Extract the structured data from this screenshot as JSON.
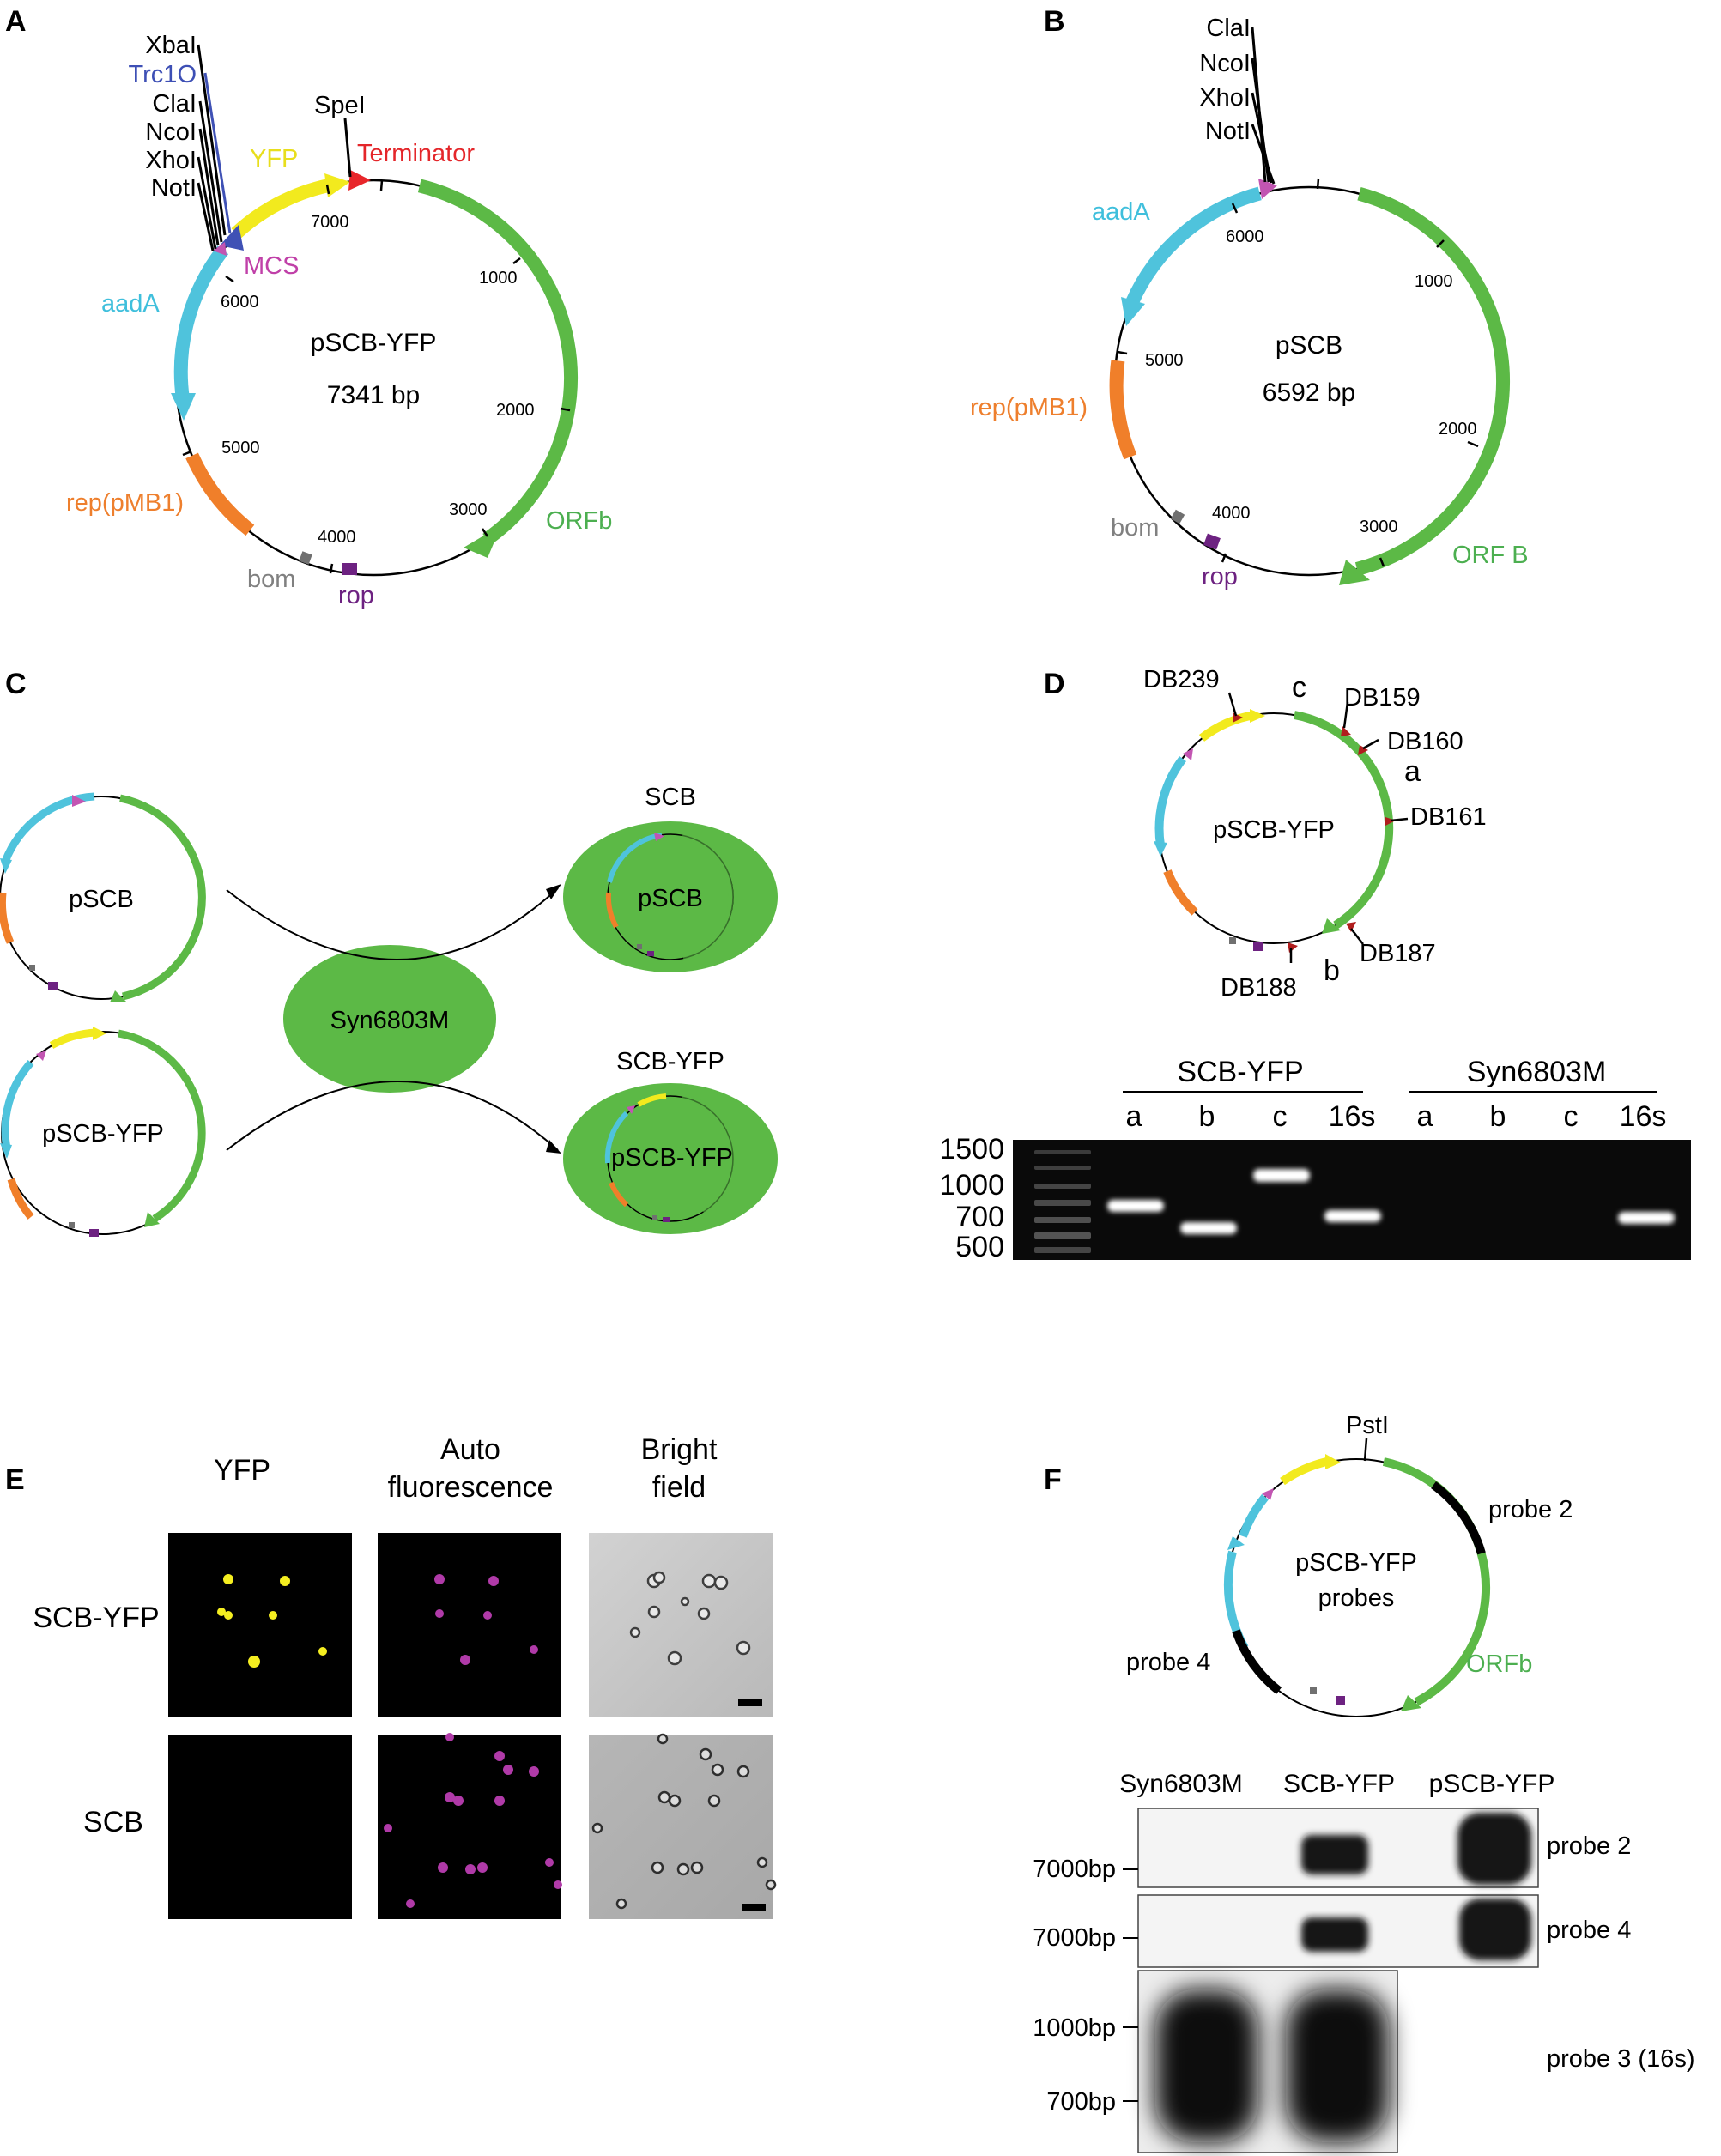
{
  "colors": {
    "green": "#5cb946",
    "cyan": "#4fc3dc",
    "orange": "#f07f2a",
    "yellow": "#f2ea1e",
    "magenta": "#c255b2",
    "blue": "#3f51b5",
    "red": "#e8262a",
    "purple": "#6d2281",
    "gray": "#707070",
    "dark_red": "#b01d1d",
    "label_green": "#4caf50",
    "label_cyan": "#3fbfdc",
    "label_orange": "#ee7f2d",
    "label_yellow": "#e8de1c",
    "label_magenta": "#c040a8",
    "label_blue": "#3d4fb5",
    "label_red": "#e4262a",
    "label_purple": "#6d2281",
    "label_gray": "#808080"
  },
  "panel_labels": {
    "a": "A",
    "b": "B",
    "c": "C",
    "d": "D",
    "e": "E",
    "f": "F"
  },
  "panel_a": {
    "name": "pSCB-YFP",
    "size": "7341 bp",
    "sites": {
      "xbai": "XbaI",
      "trc": "Trc1O",
      "clai": "ClaI",
      "ncoi": "NcoI",
      "xhoi": "XhoI",
      "noti": "NotI",
      "spei": "SpeI"
    },
    "features": {
      "yfp": "YFP",
      "terminator": "Terminator",
      "mcs": "MCS",
      "aada": "aadA",
      "rep": "rep(pMB1)",
      "bom": "bom",
      "rop": "rop",
      "orf": "ORFb"
    },
    "ticks": {
      "t1000": "1000",
      "t2000": "2000",
      "t3000": "3000",
      "t4000": "4000",
      "t5000": "5000",
      "t6000": "6000",
      "t7000": "7000"
    }
  },
  "panel_b": {
    "name": "pSCB",
    "size": "6592 bp",
    "sites": {
      "clai": "ClaI",
      "ncoi": "NcoI",
      "xhoi": "XhoI",
      "noti": "NotI"
    },
    "features": {
      "aada": "aadA",
      "rep": "rep(pMB1)",
      "bom": "bom",
      "rop": "rop",
      "orf": "ORF B"
    },
    "ticks": {
      "t1000": "1000",
      "t2000": "2000",
      "t3000": "3000",
      "t4000": "4000",
      "t5000": "5000",
      "t6000": "6000"
    }
  },
  "panel_c": {
    "plasmid_1": "pSCB",
    "plasmid_2": "pSCB-YFP",
    "host": "Syn6803M",
    "strain_1": "SCB",
    "strain_2": "SCB-YFP",
    "inner_1": "pSCB",
    "inner_2": "pSCB-YFP"
  },
  "panel_d": {
    "map_name": "pSCB-YFP",
    "primers": {
      "db239": "DB239",
      "db159": "DB159",
      "db160": "DB160",
      "db161": "DB161",
      "db187": "DB187",
      "db188": "DB188"
    },
    "regions": {
      "a": "a",
      "b": "b",
      "c": "c"
    },
    "gel": {
      "group_1": "SCB-YFP",
      "group_2": "Syn6803M",
      "lanes": [
        "a",
        "b",
        "c",
        "16s",
        "a",
        "b",
        "c",
        "16s"
      ],
      "markers": [
        "1500",
        "1000",
        "700",
        "500"
      ]
    }
  },
  "panel_e": {
    "columns": [
      "YFP",
      "Auto",
      "fluorescence",
      "Bright",
      "field"
    ],
    "rows": [
      "SCB-YFP",
      "SCB"
    ]
  },
  "panel_f": {
    "map_name_1": "pSCB-YFP",
    "map_name_2": "probes",
    "site": "PstI",
    "probe_labels": {
      "probe2": "probe 2",
      "probe4": "probe 4",
      "orf": "ORFb"
    },
    "blot": {
      "lanes": [
        "Syn6803M",
        "SCB-YFP",
        "pSCB-YFP"
      ],
      "marker_1": "7000bp",
      "marker_2": "7000bp",
      "marker_3": "1000bp",
      "marker_4": "700bp",
      "probe_a": "probe 2",
      "probe_b": "probe 4",
      "probe_c": "probe 3 (16s)"
    }
  }
}
